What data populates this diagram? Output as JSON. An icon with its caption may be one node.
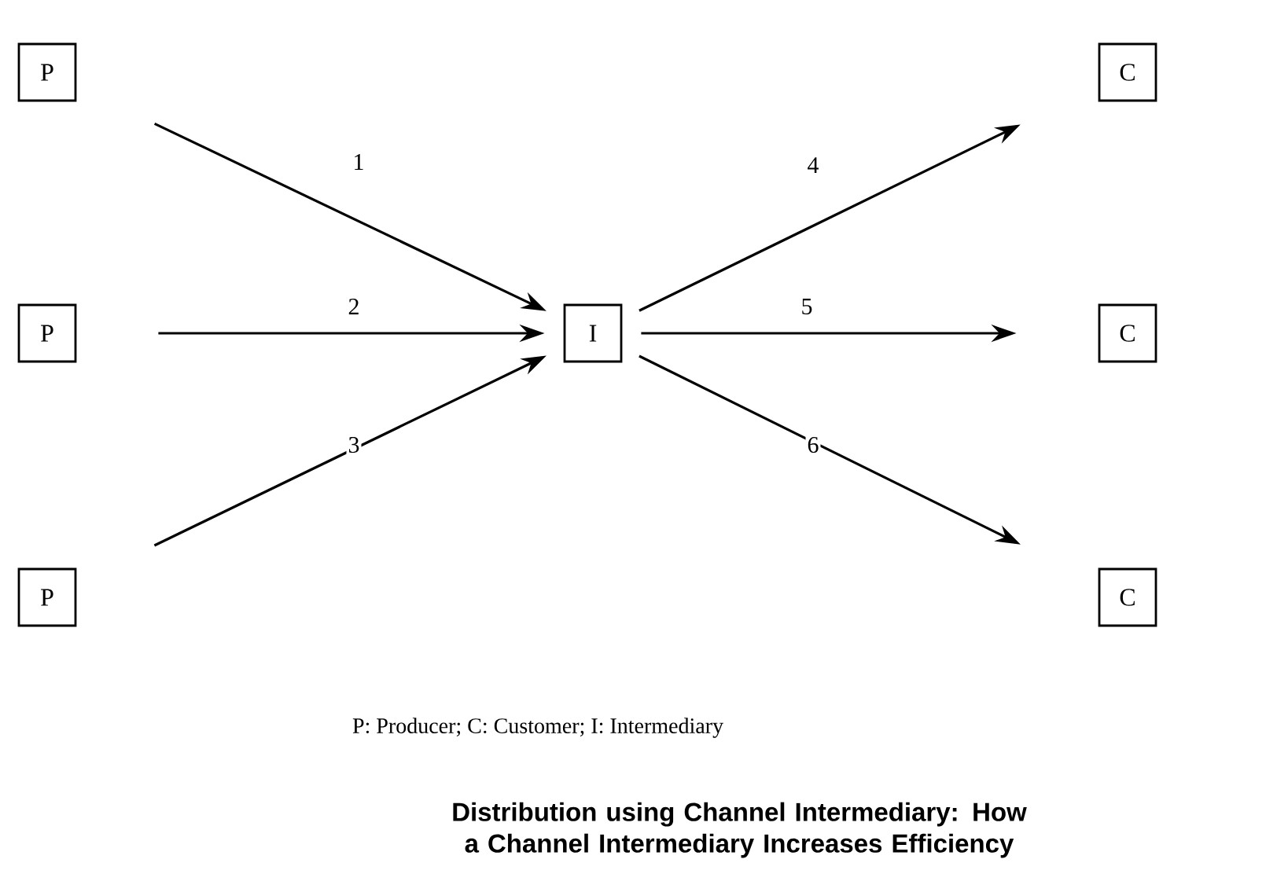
{
  "diagram": {
    "caption": "Distribution using Channel Intermediary: How a Channel Intermediary Increases Efficiency",
    "nodes": [
      {
        "text": [
          "P"
        ]
      },
      {
        "text": [
          "P"
        ]
      },
      {
        "text": [
          "P"
        ]
      },
      {
        "text": [
          "I"
        ]
      },
      {
        "text": [
          "C"
        ]
      },
      {
        "text": [
          "C"
        ]
      },
      {
        "text": [
          "C"
        ]
      }
    ],
    "edges": [
      {
        "from": 0,
        "to": 3,
        "arrow": "to",
        "label": "1"
      },
      {
        "from": 1,
        "to": 3,
        "arrow": "to",
        "label": "2"
      },
      {
        "from": 2,
        "to": 3,
        "arrow": "to",
        "label": "3"
      },
      {
        "from": 3,
        "to": 4,
        "arrow": "to",
        "label": "4"
      },
      {
        "from": 3,
        "to": 5,
        "arrow": "to",
        "label": "5"
      },
      {
        "from": 3,
        "to": 6,
        "arrow": "to",
        "label": "6"
      }
    ],
    "labels": [
      "P: Producer; C: Customer; I: Intermediary"
    ]
  }
}
